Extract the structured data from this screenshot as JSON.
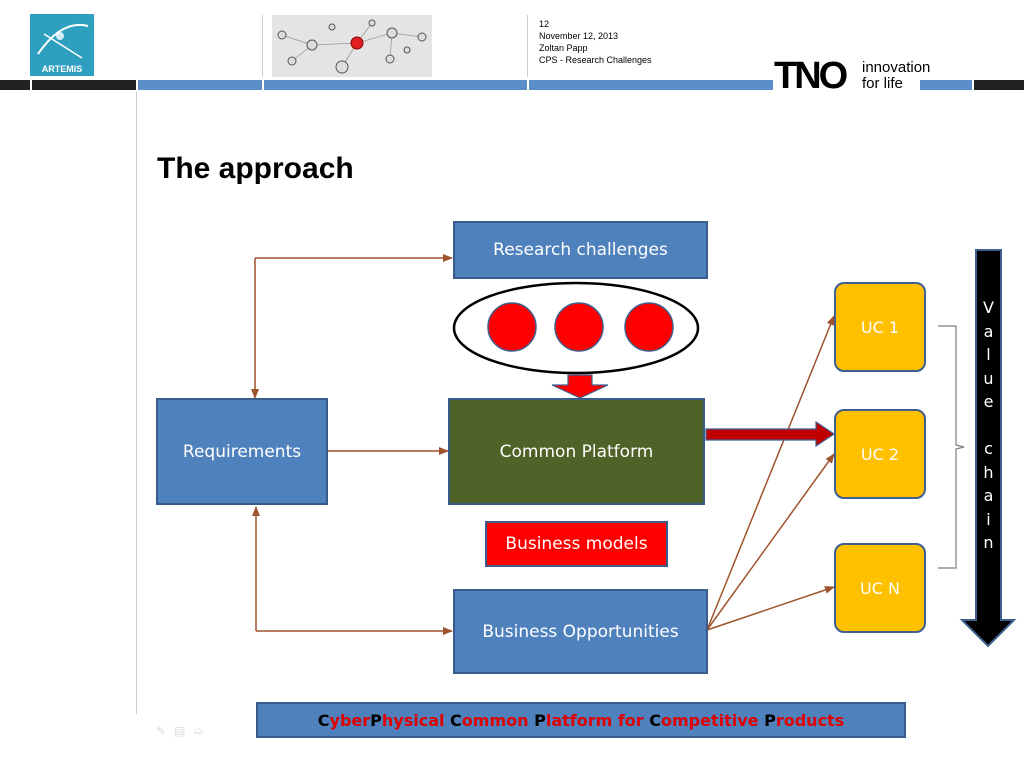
{
  "header": {
    "logo_left_text": "ARTEMIS",
    "slide_number": "12",
    "date": "November 12, 2013",
    "author": "Zoltan Papp",
    "subtitle": "CPS - Research Challenges",
    "tno_logo": "TNO",
    "tno_tagline_line1": "innovation",
    "tno_tagline_line2": "for life"
  },
  "slide": {
    "title": "The approach"
  },
  "diagram": {
    "research_challenges": "Research challenges",
    "requirements": "Requirements",
    "common_platform": "Common Platform",
    "business_models": "Business models",
    "business_opportunities": "Business Opportunities",
    "uc1": "UC 1",
    "uc2": "UC 2",
    "ucn": "UC N",
    "value_chain_letters": [
      "V",
      "a",
      "l",
      "u",
      "e",
      "",
      "c",
      "h",
      "a",
      "i",
      "n"
    ],
    "footer_parts": [
      {
        "text": "C",
        "color": "#000000"
      },
      {
        "text": "yber",
        "color": "#e00000"
      },
      {
        "text": "P",
        "color": "#000000"
      },
      {
        "text": "hysical ",
        "color": "#e00000"
      },
      {
        "text": "C",
        "color": "#000000"
      },
      {
        "text": "ommon ",
        "color": "#e00000"
      },
      {
        "text": "P",
        "color": "#000000"
      },
      {
        "text": "latform for ",
        "color": "#e00000"
      },
      {
        "text": "C",
        "color": "#000000"
      },
      {
        "text": "ompetitive ",
        "color": "#e00000"
      },
      {
        "text": "P",
        "color": "#000000"
      },
      {
        "text": "roducts",
        "color": "#e00000"
      }
    ]
  },
  "colors": {
    "blue_box": "#4f81bd",
    "green_box": "#4f6228",
    "uc_yellow": "#ffc000",
    "red": "#ff0000",
    "arrow_brown": "#a0522d"
  }
}
